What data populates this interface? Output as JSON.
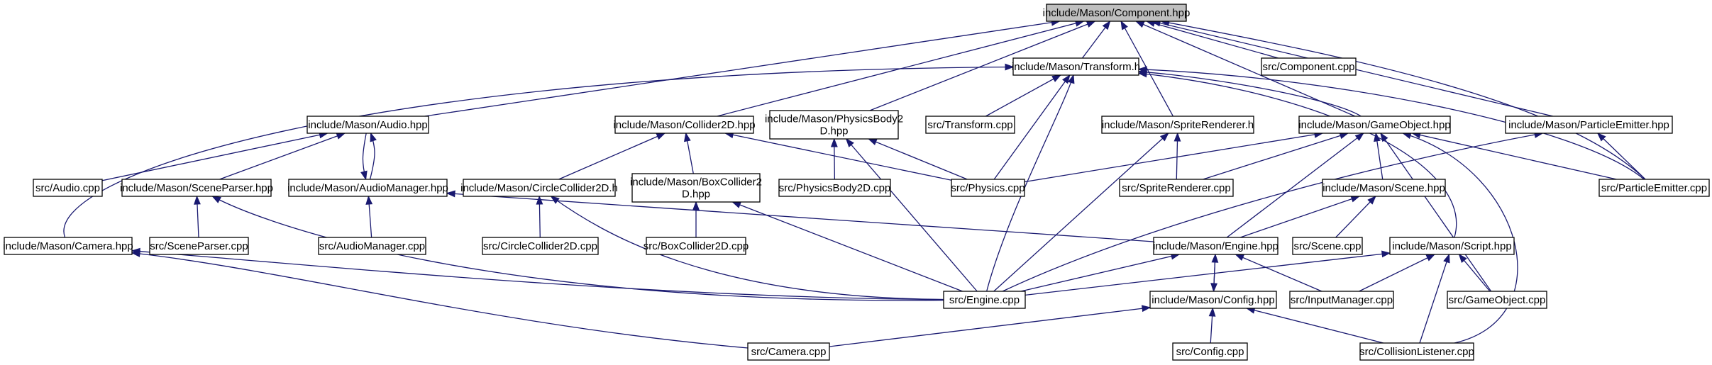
{
  "diagram": {
    "nodes": [
      {
        "id": "component_hpp",
        "lines": [
          "include/Mason/Component.hpp"
        ],
        "root": true
      },
      {
        "id": "transform_h",
        "lines": [
          "include/Mason/Transform.h"
        ]
      },
      {
        "id": "component_cpp",
        "lines": [
          "src/Component.cpp"
        ]
      },
      {
        "id": "audio_hpp",
        "lines": [
          "include/Mason/Audio.hpp"
        ]
      },
      {
        "id": "collider2d_hpp",
        "lines": [
          "include/Mason/Collider2D.hpp"
        ]
      },
      {
        "id": "physicsbody2d_hpp",
        "lines": [
          "include/Mason/PhysicsBody2",
          "D.hpp"
        ]
      },
      {
        "id": "transform_cpp",
        "lines": [
          "src/Transform.cpp"
        ]
      },
      {
        "id": "spriterenderer_h",
        "lines": [
          "include/Mason/SpriteRenderer.h"
        ]
      },
      {
        "id": "gameobject_hpp",
        "lines": [
          "include/Mason/GameObject.hpp"
        ]
      },
      {
        "id": "particleemitter_hpp",
        "lines": [
          "include/Mason/ParticleEmitter.hpp"
        ]
      },
      {
        "id": "audio_cpp",
        "lines": [
          "src/Audio.cpp"
        ]
      },
      {
        "id": "sceneparser_hpp",
        "lines": [
          "include/Mason/SceneParser.hpp"
        ]
      },
      {
        "id": "audiomanager_hpp",
        "lines": [
          "include/Mason/AudioManager.hpp"
        ]
      },
      {
        "id": "circlecollider2d_h",
        "lines": [
          "include/Mason/CircleCollider2D.h"
        ]
      },
      {
        "id": "boxcollider2d_hpp",
        "lines": [
          "include/Mason/BoxCollider2",
          "D.hpp"
        ]
      },
      {
        "id": "physicsbody2d_cpp",
        "lines": [
          "src/PhysicsBody2D.cpp"
        ]
      },
      {
        "id": "physics_cpp",
        "lines": [
          "src/Physics.cpp"
        ]
      },
      {
        "id": "spriterenderer_cpp",
        "lines": [
          "src/SpriteRenderer.cpp"
        ]
      },
      {
        "id": "scene_hpp",
        "lines": [
          "include/Mason/Scene.hpp"
        ]
      },
      {
        "id": "particleemitter_cpp",
        "lines": [
          "src/ParticleEmitter.cpp"
        ]
      },
      {
        "id": "camera_hpp",
        "lines": [
          "include/Mason/Camera.hpp"
        ]
      },
      {
        "id": "sceneparser_cpp",
        "lines": [
          "src/SceneParser.cpp"
        ]
      },
      {
        "id": "audiomanager_cpp",
        "lines": [
          "src/AudioManager.cpp"
        ]
      },
      {
        "id": "circlecollider2d_cpp",
        "lines": [
          "src/CircleCollider2D.cpp"
        ]
      },
      {
        "id": "boxcollider2d_cpp",
        "lines": [
          "src/BoxCollider2D.cpp"
        ]
      },
      {
        "id": "engine_hpp",
        "lines": [
          "include/Mason/Engine.hpp"
        ]
      },
      {
        "id": "scene_cpp",
        "lines": [
          "src/Scene.cpp"
        ]
      },
      {
        "id": "script_hpp",
        "lines": [
          "include/Mason/Script.hpp"
        ]
      },
      {
        "id": "engine_cpp",
        "lines": [
          "src/Engine.cpp"
        ]
      },
      {
        "id": "config_hpp",
        "lines": [
          "include/Mason/Config.hpp"
        ]
      },
      {
        "id": "inputmanager_cpp",
        "lines": [
          "src/InputManager.cpp"
        ]
      },
      {
        "id": "gameobject_cpp",
        "lines": [
          "src/GameObject.cpp"
        ]
      },
      {
        "id": "camera_cpp",
        "lines": [
          "src/Camera.cpp"
        ]
      },
      {
        "id": "config_cpp",
        "lines": [
          "src/Config.cpp"
        ]
      },
      {
        "id": "collisionlistener_cpp",
        "lines": [
          "src/CollisionListener.cpp"
        ]
      }
    ],
    "edges": [
      {
        "from": "transform_h",
        "to": "component_hpp"
      },
      {
        "from": "component_cpp",
        "to": "component_hpp"
      },
      {
        "from": "audio_hpp",
        "to": "component_hpp"
      },
      {
        "from": "collider2d_hpp",
        "to": "component_hpp"
      },
      {
        "from": "physicsbody2d_hpp",
        "to": "component_hpp"
      },
      {
        "from": "spriterenderer_h",
        "to": "component_hpp"
      },
      {
        "from": "gameobject_hpp",
        "to": "component_hpp"
      },
      {
        "from": "particleemitter_hpp",
        "to": "component_hpp"
      },
      {
        "from": "particleemitter_cpp",
        "to": "component_hpp"
      },
      {
        "from": "camera_hpp",
        "to": "transform_h"
      },
      {
        "from": "transform_cpp",
        "to": "transform_h"
      },
      {
        "from": "physics_cpp",
        "to": "transform_h"
      },
      {
        "from": "engine_cpp",
        "to": "transform_h"
      },
      {
        "from": "gameobject_hpp",
        "to": "transform_h"
      },
      {
        "from": "particleemitter_cpp",
        "to": "transform_h"
      },
      {
        "from": "script_hpp",
        "to": "transform_h"
      },
      {
        "from": "audio_cpp",
        "to": "audio_hpp"
      },
      {
        "from": "sceneparser_hpp",
        "to": "audio_hpp"
      },
      {
        "from": "audiomanager_hpp",
        "to": "audio_hpp"
      },
      {
        "from": "audio_hpp",
        "to": "audiomanager_hpp"
      },
      {
        "from": "circlecollider2d_h",
        "to": "collider2d_hpp"
      },
      {
        "from": "boxcollider2d_hpp",
        "to": "collider2d_hpp"
      },
      {
        "from": "physics_cpp",
        "to": "collider2d_hpp"
      },
      {
        "from": "physicsbody2d_cpp",
        "to": "physicsbody2d_hpp"
      },
      {
        "from": "physics_cpp",
        "to": "physicsbody2d_hpp"
      },
      {
        "from": "engine_cpp",
        "to": "physicsbody2d_hpp"
      },
      {
        "from": "spriterenderer_cpp",
        "to": "spriterenderer_h"
      },
      {
        "from": "engine_cpp",
        "to": "spriterenderer_h"
      },
      {
        "from": "physics_cpp",
        "to": "gameobject_hpp"
      },
      {
        "from": "spriterenderer_cpp",
        "to": "gameobject_hpp"
      },
      {
        "from": "scene_hpp",
        "to": "gameobject_hpp"
      },
      {
        "from": "engine_hpp",
        "to": "gameobject_hpp"
      },
      {
        "from": "particleemitter_cpp",
        "to": "gameobject_hpp"
      },
      {
        "from": "gameobject_cpp",
        "to": "gameobject_hpp"
      },
      {
        "from": "collisionlistener_cpp",
        "to": "gameobject_hpp"
      },
      {
        "from": "particleemitter_cpp",
        "to": "particleemitter_hpp"
      },
      {
        "from": "engine_cpp",
        "to": "particleemitter_hpp"
      },
      {
        "from": "sceneparser_cpp",
        "to": "sceneparser_hpp"
      },
      {
        "from": "engine_cpp",
        "to": "sceneparser_hpp"
      },
      {
        "from": "audiomanager_cpp",
        "to": "audiomanager_hpp"
      },
      {
        "from": "engine_hpp",
        "to": "audiomanager_hpp"
      },
      {
        "from": "circlecollider2d_cpp",
        "to": "circlecollider2d_h"
      },
      {
        "from": "engine_cpp",
        "to": "circlecollider2d_h"
      },
      {
        "from": "boxcollider2d_cpp",
        "to": "boxcollider2d_hpp"
      },
      {
        "from": "engine_cpp",
        "to": "boxcollider2d_hpp"
      },
      {
        "from": "engine_hpp",
        "to": "scene_hpp"
      },
      {
        "from": "scene_cpp",
        "to": "scene_hpp"
      },
      {
        "from": "engine_cpp",
        "to": "camera_hpp"
      },
      {
        "from": "camera_cpp",
        "to": "camera_hpp"
      },
      {
        "from": "engine_cpp",
        "to": "engine_hpp"
      },
      {
        "from": "config_hpp",
        "to": "engine_hpp"
      },
      {
        "from": "inputmanager_cpp",
        "to": "engine_hpp"
      },
      {
        "from": "engine_hpp",
        "to": "config_hpp"
      },
      {
        "from": "engine_cpp",
        "to": "script_hpp"
      },
      {
        "from": "inputmanager_cpp",
        "to": "script_hpp"
      },
      {
        "from": "gameobject_cpp",
        "to": "script_hpp"
      },
      {
        "from": "collisionlistener_cpp",
        "to": "script_hpp"
      },
      {
        "from": "camera_cpp",
        "to": "config_hpp"
      },
      {
        "from": "config_cpp",
        "to": "config_hpp"
      },
      {
        "from": "collisionlistener_cpp",
        "to": "config_hpp"
      }
    ]
  }
}
